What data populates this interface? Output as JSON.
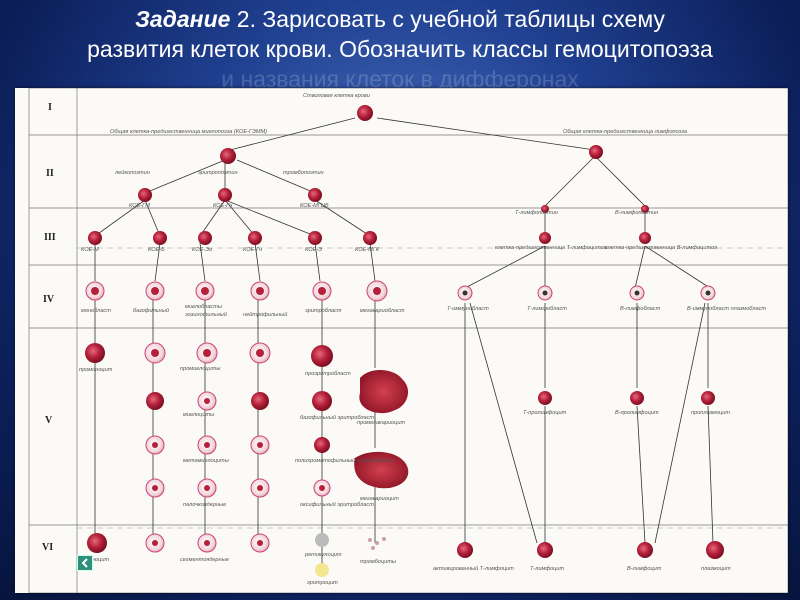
{
  "header": {
    "title_bold": "Задание",
    "title_rest": " 2. Зарисовать с учебной таблицы схему",
    "line2": "развития клеток крови. Обозначить классы гемоцитопоэза",
    "line3": "и названия клеток в дифферонах"
  },
  "rows": [
    "I",
    "II",
    "III",
    "IV",
    "V",
    "VI"
  ],
  "scheme": {
    "stem": "Стволовая клетка крови",
    "myelo_common": "Общая клетка-предшественница миелопоэза (КОЕ-ГЭММ)",
    "lympho_common": "Общая клетка-предшественница лимфопоэза",
    "leukopoietin": "лейкопоэтин",
    "erythropoietin": "эритропоэтин",
    "thrombopoietin": "тромбопоэтин",
    "koe_gm": "КОЕ-ГМ",
    "koe_ge": "КОЕ-Гэ",
    "koe_mgcb": "КОЕ-МГЦБ",
    "t_lymphopoietin": "Т-лимфопоэтин",
    "b_lymphopoietin": "В-лимфопоэтин",
    "koe_m": "КОЕ-М",
    "koe_b": "КОЕ-Б",
    "koe_eo": "КОЕ-Эо",
    "koe_gn": "КОЕ-Гн",
    "koe_e": "КОЕ-Э",
    "koe_mgk": "КОЕ-МГК",
    "t_precursor": "клетка-предшественница Т-лимфоцитов",
    "b_precursor": "клетка-предшественница В-лимфоцитов",
    "monoblast": "монобласт",
    "basophil_mb": "базофильный",
    "myeloblasts": "миелобласты",
    "eosinophilic": "эозинофильный",
    "neutrophilic": "нейтрофильный",
    "erythroblast": "эритробласт",
    "megakaryoblast": "мегакариобласт",
    "t_immunoblast": "Т-иммунобласт",
    "t_lymphoblast": "Т-лимфобласт",
    "b_lymphoblast": "В-лимфобласт",
    "b_immunoblast": "В-иммунобласт плазмобласт",
    "promonocyte": "промоноцит",
    "promyelocytes": "промиелоциты",
    "proerythroblast": "проэритробласт",
    "basophilic_eryth": "базофильный эритробласт",
    "promegakaryocyte": "промегакариоцит",
    "myelocytes": "миелоциты",
    "polychromatophilic": "полихроматофильный эритробласт",
    "metamyelocytes": "метамиелоциты",
    "megakaryocyte": "мегакариоцит",
    "oxyphilic": "оксифильный эритробласт",
    "band": "палочкоядерные",
    "t_prolymphocyte": "Т-пролимфоцит",
    "b_prolymphocyte": "В-пролимфоцит",
    "proplasmocyte": "проплазмоцит",
    "monocyte": "моноцит",
    "segmented": "сегментоядерные",
    "reticulocyte": "ретикулоцит",
    "erythrocyte": "эритроцит",
    "platelets": "тромбоциты",
    "activated_t": "активированный Т-лимфоцит",
    "t_lymphocyte": "Т-лимфоцит",
    "b_lymphocyte": "В-лимфоцит",
    "plasmocyte": "плазмоцит"
  },
  "colors": {
    "cell_dark": "#b5203a",
    "cell_light": "#f3d6dc",
    "line": "#333333",
    "sheet": "#fbfaf7"
  },
  "icons": {
    "nav": "back-arrow-icon"
  }
}
